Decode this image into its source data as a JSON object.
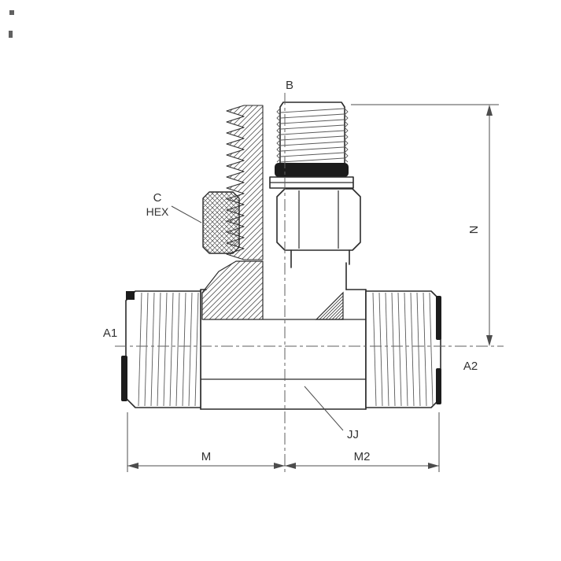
{
  "drawing": {
    "labels": {
      "b": "B",
      "c": "C",
      "hex": "HEX",
      "a1": "A1",
      "a2": "A2",
      "n": "N",
      "m": "M",
      "m2": "M2",
      "jj": "JJ"
    },
    "colors": {
      "background": "#ffffff",
      "line": "#2b2b2b",
      "thin_line": "#4c4c4c",
      "dark_fill": "#1c1c1c"
    }
  }
}
